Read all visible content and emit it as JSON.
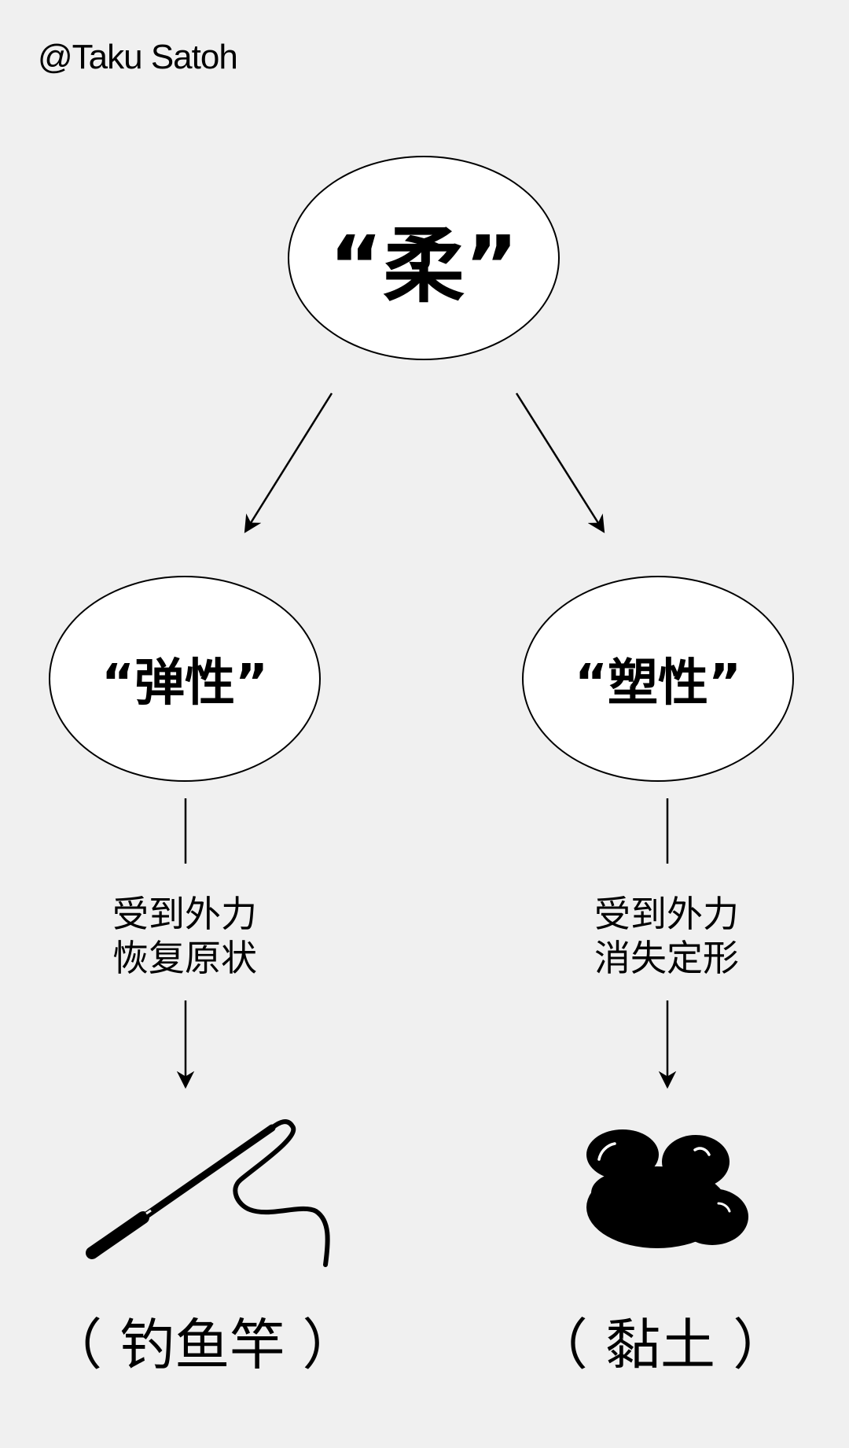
{
  "credit": "@Taku Satoh",
  "nodes": {
    "root": "“柔”",
    "left": "“弹性”",
    "right": "“塑性”"
  },
  "captions": {
    "left": [
      "受到外力",
      "恢复原状"
    ],
    "right": [
      "受到外力",
      "消失定形"
    ]
  },
  "examples": {
    "left": "（ 钓鱼竿 ）",
    "right": "（ 黏土 ）"
  },
  "icons": {
    "left": "fishing-rod-icon",
    "right": "clay-blob-icon"
  }
}
